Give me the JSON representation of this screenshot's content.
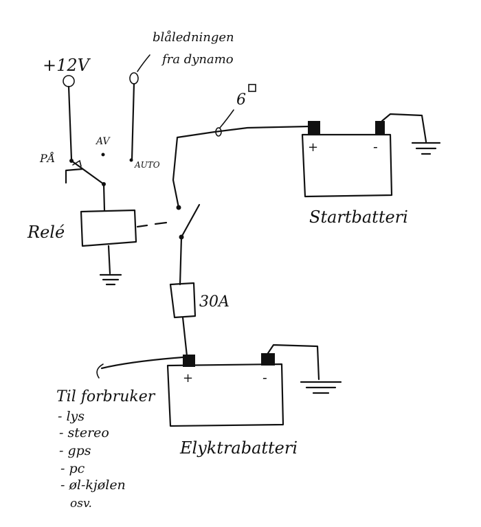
{
  "labels": {
    "plus12v": "+12V",
    "bladedning_line1": "blåledningen",
    "bladedning_line2": "fra dynamo",
    "pa": "PÅ",
    "av": "AV",
    "auto": "AUTO",
    "rele": "Relé",
    "six": "6",
    "fuse_rating": "30A",
    "start_battery": "Startbatteri",
    "aux_battery": "Elyktrabatteri",
    "til_forbruker": "Til forbruker",
    "plus": "+",
    "minus": "-"
  },
  "loads": [
    "- lys",
    "- stereo",
    "- gps",
    "- pc",
    "- øl-kjølen",
    "osv."
  ]
}
